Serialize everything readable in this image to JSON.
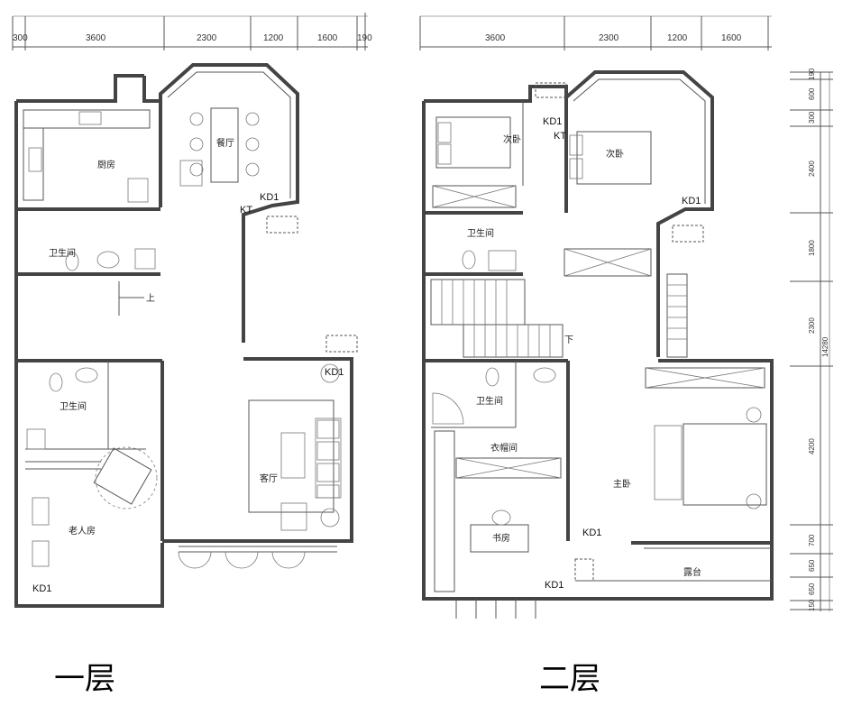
{
  "floors": [
    {
      "caption": "一层",
      "dims_top": [
        "300",
        "3600",
        "2300",
        "1200",
        "1600",
        "190"
      ],
      "rooms": {
        "kitchen": "厨房",
        "dining": "餐厅",
        "bath": "卫生间",
        "bath2": "卫生间",
        "living": "客厅",
        "elder": "老人房"
      },
      "tags": [
        "KD1",
        "KT",
        "KD1",
        "KD1"
      ],
      "stair_label": "上"
    },
    {
      "caption": "二层",
      "dims_top": [
        "3600",
        "2300",
        "1200",
        "1600"
      ],
      "rooms": {
        "bed_left": "次卧",
        "bed_right": "次卧",
        "bath": "卫生间",
        "bath2": "卫生间",
        "closet": "衣帽间",
        "master": "主卧",
        "study": "书房",
        "terrace": "露台"
      },
      "tags": [
        "KD1",
        "KT",
        "KD1",
        "KD1",
        "KD1"
      ],
      "stair_label": "下"
    }
  ],
  "dims_right": [
    "190",
    "600",
    "300",
    "2400",
    "1800",
    "2300",
    "4200",
    "700",
    "650",
    "650",
    "150"
  ],
  "dims_total": "14280"
}
